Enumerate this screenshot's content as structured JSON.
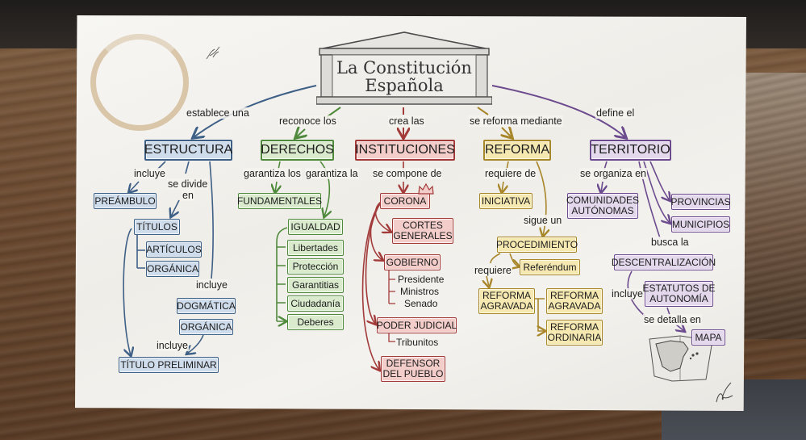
{
  "title": {
    "line1": "La Constitución",
    "line2": "Española"
  },
  "colors": {
    "estructura": "#3e5f86",
    "derechos": "#4f8a3c",
    "instituciones": "#a23a3a",
    "reforma": "#a8862a",
    "territorio": "#6b4a8e"
  },
  "links": {
    "estructura": "establece una",
    "derechos": "reconoce los",
    "instituciones": "crea las",
    "reforma": "se reforma mediante",
    "territorio": "define el"
  },
  "estructura": {
    "label": "ESTRUCTURA",
    "link_incluye": "incluye",
    "link_divide_1": "se divide",
    "link_divide_2": "en",
    "link_incluye_2": "incluye",
    "link_incluye_3": "incluye",
    "preambulo": "PREÁMBULO",
    "titulos": "TÍTULOS",
    "articulos": "ARTÍCULOS",
    "organica_1": "ORGÁNICA",
    "dogmatica": "DOGMÁTICA",
    "organica_2": "ORGÁNICA",
    "titulo_preliminar": "TÍTULO PRELIMINAR"
  },
  "derechos": {
    "label": "DERECHOS",
    "link_los": "garantiza los",
    "link_la": "garantiza la",
    "fundamentales": "FUNDAMENTALES",
    "igualdad": "IGUALDAD",
    "items": [
      "Libertades",
      "Protección",
      "Garantitias",
      "Ciudadanía",
      "Deberes"
    ]
  },
  "instituciones": {
    "label": "INSTITUCIONES",
    "link_compone": "se compone de",
    "corona": "CORONA",
    "cortes_1": "CORTES",
    "cortes_2": "GENERALES",
    "gobierno": "GOBIERNO",
    "gobierno_items": [
      "Presidente",
      "Ministros",
      "Senado"
    ],
    "poder_judicial": "PODER JUDICIAL",
    "judicial_items": [
      "Tribunitos"
    ],
    "defensor_1": "DEFENSOR",
    "defensor_2": "DEL PUEBLO"
  },
  "reforma": {
    "label": "REFORMA",
    "link_requiere_de": "requiere de",
    "link_sigue": "sigue un",
    "link_requiere": "requiere",
    "iniciativa": "INICIATIVA",
    "procedimiento": "PROCEDIMIENTO",
    "referendum": "Referéndum",
    "agravada_a_1": "REFORMA",
    "agravada_a_2": "AGRAVADA",
    "agravada_b_1": "REFORMA",
    "agravada_b_2": "AGRAVADA",
    "ordinaria_1": "REFORMA",
    "ordinaria_2": "ORDINARIA"
  },
  "territorio": {
    "label": "TERRITORIO",
    "link_organiza": "se organiza en",
    "link_busca": "busca la",
    "link_incluye": "incluye",
    "link_detalla": "se detalla en",
    "comunidades_1": "COMUNIDADES",
    "comunidades_2": "AUTÓNOMAS",
    "provincias": "PROVINCIAS",
    "municipios": "MUNICIPIOS",
    "descentralizacion": "DESCENTRALIZACIÓN",
    "estatutos_1": "ESTATUTOS DE",
    "estatutos_2": "AUTONOMÍA",
    "mapa": "MAPA"
  }
}
